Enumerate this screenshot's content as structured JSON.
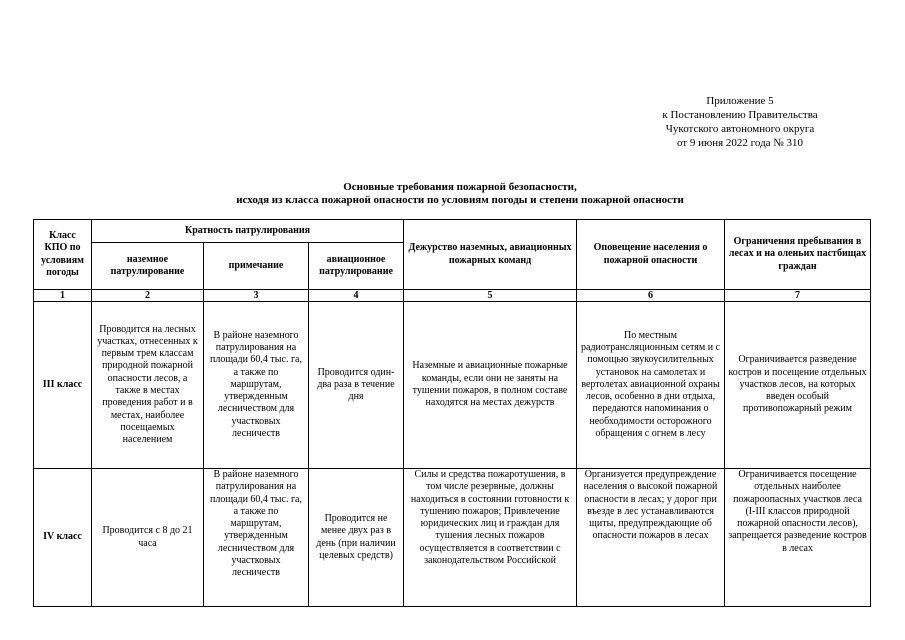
{
  "appendix": {
    "line1": "Приложение 5",
    "line2": "к Постановлению Правительства",
    "line3": "Чукотского автономного округа",
    "line4": "от 9 июня 2022 года № 310"
  },
  "title": {
    "line1": "Основные требования пожарной безопасности,",
    "line2": "исходя из класса пожарной опасности по условиям погоды и степени пожарной опасности"
  },
  "table": {
    "headers": {
      "class_kpo": "Класс КПО по условиям погоды",
      "patrol_frequency": "Кратность патрулирования",
      "ground_patrol": "наземное патрулирование",
      "note": "примечание",
      "air_patrol": "авиационное патрулирование",
      "duty": "Дежурство наземных, авиационных пожарных команд",
      "notification": "Оповещение населения о пожарной опасности",
      "restrictions": "Ограничения пребывания в лесах и на оленьих пастбищах граждан"
    },
    "column_numbers": [
      "1",
      "2",
      "3",
      "4",
      "5",
      "6",
      "7"
    ],
    "rows": [
      {
        "class": "III класс",
        "ground_patrol": "Проводится на лесных участках, отнесенных к первым трем классам природной пожарной опасности лесов, а также в местах проведения работ и в местах, наиболее посещаемых населением",
        "note": "В районе наземного патрулирования на площади 60,4 тыс. га, а также по маршрутам, утвержденным лесничеством для участковых лесничеств",
        "air_patrol": "Проводится один-два раза в течение дня",
        "duty": "Наземные и авиационные пожарные команды, если они не заняты на тушении пожаров, в полном составе находятся на местах дежурств",
        "notification": "По местным радиотрансляционным сетям и с помощью звукоусилительных установок на самолетах и вертолетах авиационной охраны лесов, особенно в дни отдыха, передаются напоминания о необходимости осторожного обращения с огнем в лесу",
        "restrictions": "Ограничивается разведение костров и посещение отдельных участков лесов, на которых введен особый противопожарный режим"
      },
      {
        "class": "IV класс",
        "ground_patrol": "Проводится с 8 до 21 часа",
        "note": "В районе наземного патрулирования на площади 60,4 тыс. га, а также по маршрутам, утвержденным лесничеством для участковых лесничеств",
        "air_patrol": "Проводится не менее двух раз в день (при наличии целевых средств)",
        "duty": "Силы и средства пожаротушения, в том числе резервные, должны находиться в состоянии готовности к тушению пожаров; Привлечение юридических лиц и граждан для тушения лесных пожаров осуществляется в соответствии с законодательством Российской",
        "notification": "Организуется предупреждение населения о высокой пожарной опасности в лесах; у дорог при въезде в лес устанавливаются щиты, предупреждающие об опасности пожаров в лесах",
        "restrictions": "Ограничивается посещение отдельных наиболее пожароопасных участков леса (I-III классов природной пожарной опасности лесов), запрещается разведение костров в лесах"
      }
    ]
  }
}
